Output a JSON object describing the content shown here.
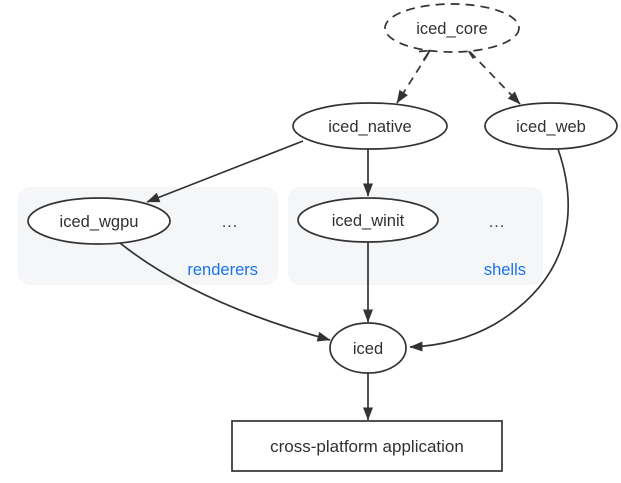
{
  "diagram": {
    "nodes": {
      "iced_core": "iced_core",
      "iced_native": "iced_native",
      "iced_web": "iced_web",
      "iced_wgpu": "iced_wgpu",
      "iced_winit": "iced_winit",
      "iced": "iced",
      "application": "cross-platform application"
    },
    "clusters": {
      "renderers": {
        "label": "renderers",
        "more": "..."
      },
      "shells": {
        "label": "shells",
        "more": "..."
      }
    },
    "edges": [
      {
        "from": "iced_core",
        "to": "iced_native",
        "style": "dashed"
      },
      {
        "from": "iced_core",
        "to": "iced_web",
        "style": "dashed"
      },
      {
        "from": "iced_native",
        "to": "iced_wgpu",
        "style": "solid"
      },
      {
        "from": "iced_native",
        "to": "iced_winit",
        "style": "solid"
      },
      {
        "from": "iced_wgpu",
        "to": "iced",
        "style": "solid"
      },
      {
        "from": "iced_winit",
        "to": "iced",
        "style": "solid"
      },
      {
        "from": "iced_web",
        "to": "iced",
        "style": "solid"
      },
      {
        "from": "iced",
        "to": "cross-platform application",
        "style": "solid"
      }
    ],
    "colors": {
      "stroke": "#333333",
      "text": "#303030",
      "cluster_fill": "#f5f6f8",
      "cluster_label": "#1a73e8",
      "node_fill": "#ffffff",
      "background": "#ffffff"
    }
  }
}
